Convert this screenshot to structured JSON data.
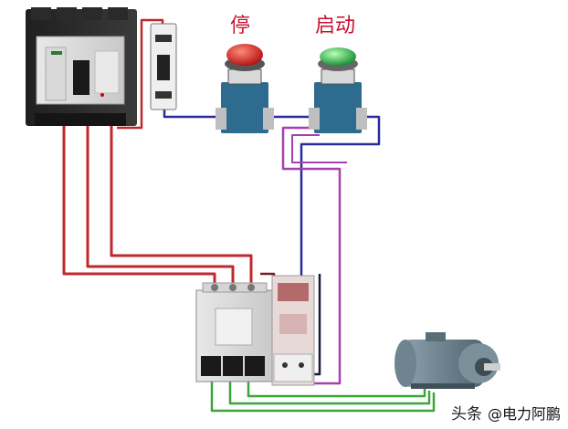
{
  "labels": {
    "stop": "停",
    "start": "启动"
  },
  "watermark": {
    "platform": "头条",
    "author": "@电力阿鹏"
  },
  "colors": {
    "live_wire": "#c0282d",
    "control_wire": "#2a2a9a",
    "control_wire_alt": "#a63fb0",
    "ground_wire": "#3aa63a",
    "stop_button": "#d61f1f",
    "start_button": "#1fbf3f",
    "button_base": "#2d6c8f"
  },
  "components": [
    {
      "name": "circuit-breaker"
    },
    {
      "name": "fuse-holder"
    },
    {
      "name": "stop-button"
    },
    {
      "name": "start-button"
    },
    {
      "name": "contactor"
    },
    {
      "name": "thermal-relay"
    },
    {
      "name": "motor"
    }
  ]
}
